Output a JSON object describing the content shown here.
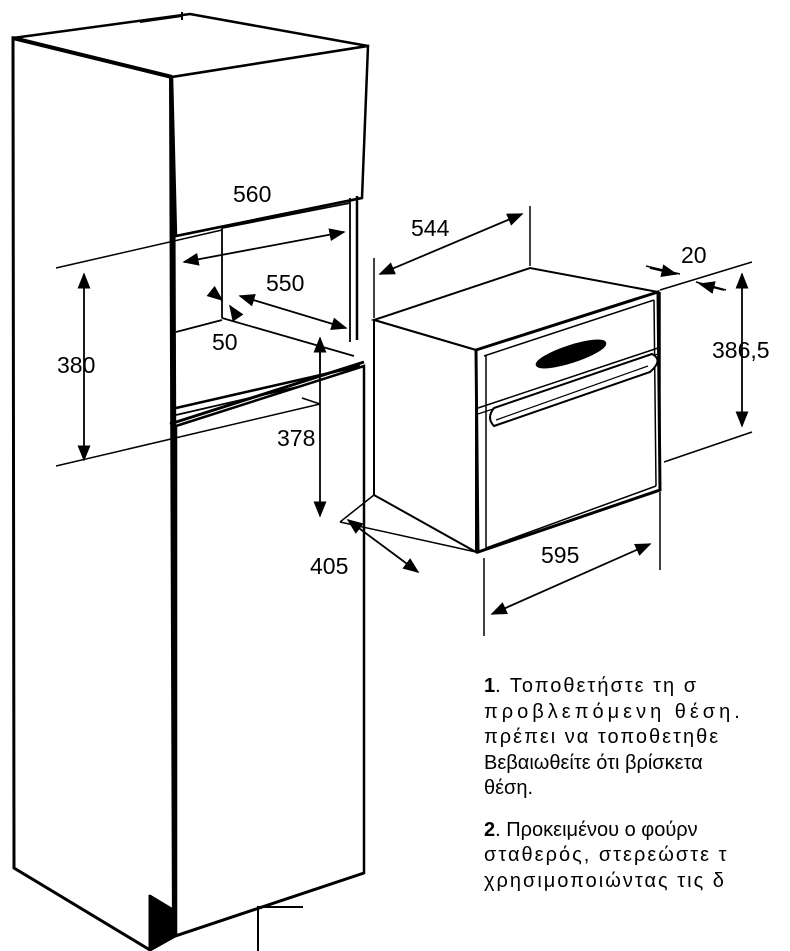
{
  "dimensions": {
    "niche_width": "560",
    "niche_depth": "550",
    "niche_gap": "50",
    "niche_height": "380",
    "oven_depth_top": "544",
    "oven_front_thickness": "20",
    "oven_height": "386,5",
    "oven_body_height": "378",
    "oven_body_depth": "405",
    "oven_width": "595"
  },
  "instructions": {
    "step1_number": "1",
    "step1_line1": ". Τοποθετήστε τη σ",
    "step1_line2": "προβλεπόμενη θέση.",
    "step1_line3": "πρέπει να τοποθετηθε",
    "step1_line4": "Βεβαιωθείτε ότι βρίσκετα",
    "step1_line5": "θέση.",
    "step2_number": "2",
    "step2_line1": ". Προκειμένου ο φούρν",
    "step2_line2": "σταθερός, στερεώστε τ",
    "step2_line3": "χρησιμοποιώντας τις δ"
  }
}
